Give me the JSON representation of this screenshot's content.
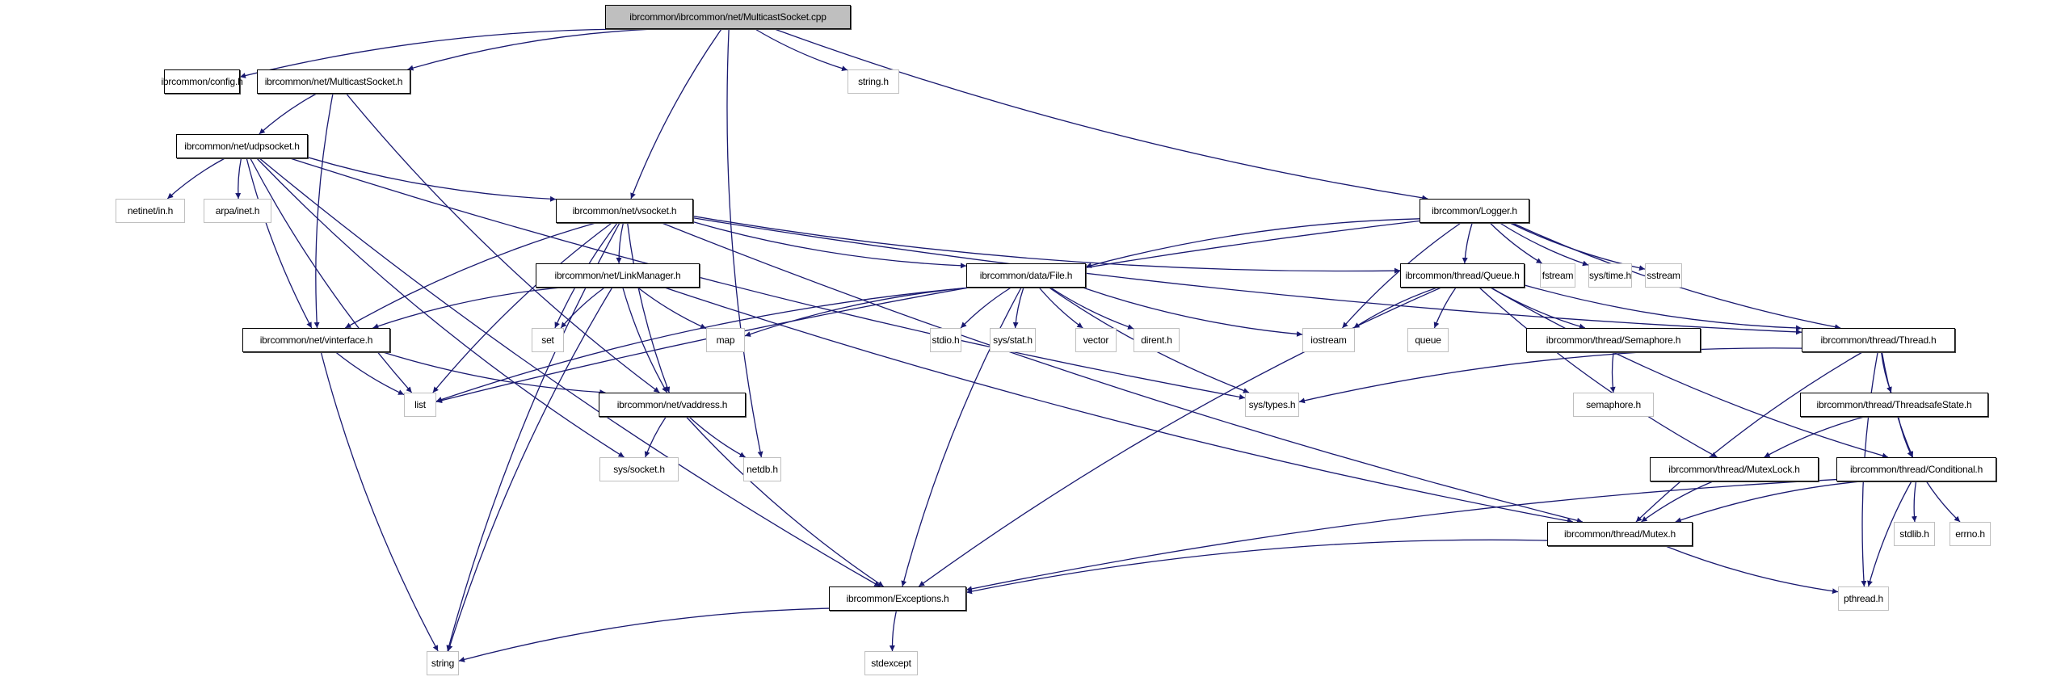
{
  "title": "ibrcommon/ibrcommon/net/MulticastSocket.cpp include dependency graph",
  "colors": {
    "edge": "#191970",
    "internal_border": "#000000",
    "external_border": "#bfbfbf",
    "root_fill": "#bfbfbf"
  },
  "nodes": [
    {
      "id": "root",
      "label": "ibrcommon/ibrcommon/net/MulticastSocket.cpp",
      "kind": "root"
    },
    {
      "id": "config",
      "label": "ibrcommon/config.h",
      "kind": "internal"
    },
    {
      "id": "mcsock",
      "label": "ibrcommon/net/MulticastSocket.h",
      "kind": "internal"
    },
    {
      "id": "stringh",
      "label": "string.h",
      "kind": "external"
    },
    {
      "id": "udpsocket",
      "label": "ibrcommon/net/udpsocket.h",
      "kind": "internal"
    },
    {
      "id": "netinet",
      "label": "netinet/in.h",
      "kind": "external"
    },
    {
      "id": "arpa",
      "label": "arpa/inet.h",
      "kind": "external"
    },
    {
      "id": "vsocket",
      "label": "ibrcommon/net/vsocket.h",
      "kind": "internal"
    },
    {
      "id": "logger",
      "label": "ibrcommon/Logger.h",
      "kind": "internal"
    },
    {
      "id": "linkmgr",
      "label": "ibrcommon/net/LinkManager.h",
      "kind": "internal"
    },
    {
      "id": "file",
      "label": "ibrcommon/data/File.h",
      "kind": "internal"
    },
    {
      "id": "queue_h",
      "label": "ibrcommon/thread/Queue.h",
      "kind": "internal"
    },
    {
      "id": "fstream",
      "label": "fstream",
      "kind": "external"
    },
    {
      "id": "systime",
      "label": "sys/time.h",
      "kind": "external"
    },
    {
      "id": "sstream",
      "label": "sstream",
      "kind": "external"
    },
    {
      "id": "vinterface",
      "label": "ibrcommon/net/vinterface.h",
      "kind": "internal"
    },
    {
      "id": "set",
      "label": "set",
      "kind": "external"
    },
    {
      "id": "map",
      "label": "map",
      "kind": "external"
    },
    {
      "id": "stdio",
      "label": "stdio.h",
      "kind": "external"
    },
    {
      "id": "sysstat",
      "label": "sys/stat.h",
      "kind": "external"
    },
    {
      "id": "vector",
      "label": "vector",
      "kind": "external"
    },
    {
      "id": "dirent",
      "label": "dirent.h",
      "kind": "external"
    },
    {
      "id": "iostream",
      "label": "iostream",
      "kind": "external"
    },
    {
      "id": "queue",
      "label": "queue",
      "kind": "external"
    },
    {
      "id": "semaphore_h",
      "label": "ibrcommon/thread/Semaphore.h",
      "kind": "internal"
    },
    {
      "id": "thread",
      "label": "ibrcommon/thread/Thread.h",
      "kind": "internal"
    },
    {
      "id": "list",
      "label": "list",
      "kind": "external"
    },
    {
      "id": "vaddress",
      "label": "ibrcommon/net/vaddress.h",
      "kind": "internal"
    },
    {
      "id": "systypes",
      "label": "sys/types.h",
      "kind": "external"
    },
    {
      "id": "semaphore",
      "label": "semaphore.h",
      "kind": "external"
    },
    {
      "id": "tsstate",
      "label": "ibrcommon/thread/ThreadsafeState.h",
      "kind": "internal"
    },
    {
      "id": "syssocket",
      "label": "sys/socket.h",
      "kind": "external"
    },
    {
      "id": "netdb",
      "label": "netdb.h",
      "kind": "external"
    },
    {
      "id": "mutexlock",
      "label": "ibrcommon/thread/MutexLock.h",
      "kind": "internal"
    },
    {
      "id": "conditional",
      "label": "ibrcommon/thread/Conditional.h",
      "kind": "internal"
    },
    {
      "id": "mutex",
      "label": "ibrcommon/thread/Mutex.h",
      "kind": "internal"
    },
    {
      "id": "stdlib",
      "label": "stdlib.h",
      "kind": "external"
    },
    {
      "id": "errno",
      "label": "errno.h",
      "kind": "external"
    },
    {
      "id": "exceptions",
      "label": "ibrcommon/Exceptions.h",
      "kind": "internal"
    },
    {
      "id": "pthread",
      "label": "pthread.h",
      "kind": "external"
    },
    {
      "id": "string",
      "label": "string",
      "kind": "external"
    },
    {
      "id": "stdexcept",
      "label": "stdexcept",
      "kind": "external"
    }
  ],
  "edges": [
    [
      "root",
      "config"
    ],
    [
      "root",
      "mcsock"
    ],
    [
      "root",
      "stringh"
    ],
    [
      "root",
      "vsocket"
    ],
    [
      "root",
      "netdb"
    ],
    [
      "root",
      "logger"
    ],
    [
      "mcsock",
      "udpsocket"
    ],
    [
      "mcsock",
      "vinterface"
    ],
    [
      "mcsock",
      "vaddress"
    ],
    [
      "udpsocket",
      "netinet"
    ],
    [
      "udpsocket",
      "arpa"
    ],
    [
      "udpsocket",
      "vsocket"
    ],
    [
      "udpsocket",
      "vinterface"
    ],
    [
      "udpsocket",
      "list"
    ],
    [
      "udpsocket",
      "syssocket"
    ],
    [
      "udpsocket",
      "exceptions"
    ],
    [
      "udpsocket",
      "systypes"
    ],
    [
      "vsocket",
      "linkmgr"
    ],
    [
      "vsocket",
      "file"
    ],
    [
      "vsocket",
      "queue_h"
    ],
    [
      "vsocket",
      "thread"
    ],
    [
      "vsocket",
      "vinterface"
    ],
    [
      "vsocket",
      "set"
    ],
    [
      "vsocket",
      "list"
    ],
    [
      "vsocket",
      "vaddress"
    ],
    [
      "vsocket",
      "string"
    ],
    [
      "vsocket",
      "mutex"
    ],
    [
      "logger",
      "file"
    ],
    [
      "logger",
      "queue_h"
    ],
    [
      "logger",
      "fstream"
    ],
    [
      "logger",
      "systime"
    ],
    [
      "logger",
      "sstream"
    ],
    [
      "logger",
      "iostream"
    ],
    [
      "logger",
      "thread"
    ],
    [
      "logger",
      "list"
    ],
    [
      "linkmgr",
      "vinterface"
    ],
    [
      "linkmgr",
      "set"
    ],
    [
      "linkmgr",
      "map"
    ],
    [
      "linkmgr",
      "vaddress"
    ],
    [
      "linkmgr",
      "string"
    ],
    [
      "linkmgr",
      "mutex"
    ],
    [
      "file",
      "map"
    ],
    [
      "file",
      "stdio"
    ],
    [
      "file",
      "sysstat"
    ],
    [
      "file",
      "vector"
    ],
    [
      "file",
      "dirent"
    ],
    [
      "file",
      "iostream"
    ],
    [
      "file",
      "systypes"
    ],
    [
      "file",
      "list"
    ],
    [
      "file",
      "exceptions"
    ],
    [
      "queue_h",
      "iostream"
    ],
    [
      "queue_h",
      "queue"
    ],
    [
      "queue_h",
      "semaphore_h"
    ],
    [
      "queue_h",
      "thread"
    ],
    [
      "queue_h",
      "mutexlock"
    ],
    [
      "queue_h",
      "conditional"
    ],
    [
      "queue_h",
      "exceptions"
    ],
    [
      "semaphore_h",
      "semaphore"
    ],
    [
      "thread",
      "systypes"
    ],
    [
      "thread",
      "tsstate"
    ],
    [
      "thread",
      "conditional"
    ],
    [
      "thread",
      "mutex"
    ],
    [
      "thread",
      "pthread"
    ],
    [
      "tsstate",
      "mutexlock"
    ],
    [
      "tsstate",
      "conditional"
    ],
    [
      "vinterface",
      "list"
    ],
    [
      "vinterface",
      "vaddress"
    ],
    [
      "vinterface",
      "string"
    ],
    [
      "vaddress",
      "syssocket"
    ],
    [
      "vaddress",
      "netdb"
    ],
    [
      "vaddress",
      "exceptions"
    ],
    [
      "mutexlock",
      "mutex"
    ],
    [
      "conditional",
      "mutex"
    ],
    [
      "conditional",
      "stdlib"
    ],
    [
      "conditional",
      "errno"
    ],
    [
      "conditional",
      "pthread"
    ],
    [
      "conditional",
      "exceptions"
    ],
    [
      "mutex",
      "exceptions"
    ],
    [
      "mutex",
      "pthread"
    ],
    [
      "exceptions",
      "string"
    ],
    [
      "exceptions",
      "stdexcept"
    ]
  ]
}
